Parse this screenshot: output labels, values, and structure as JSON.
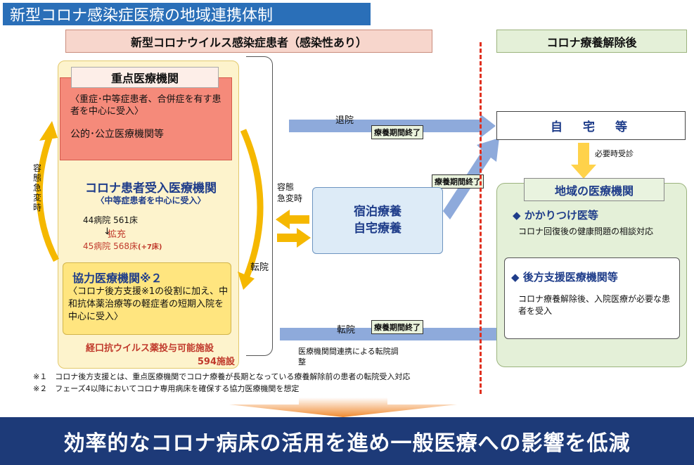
{
  "title": "新型コロナ感染症医療の地域連携体制",
  "header_left": "新型コロナウイルス感染症患者（感染性あり）",
  "header_right": "コロナ療養解除後",
  "juten": {
    "label": "重点医療機関",
    "desc": "〈重症･中等症患者、合併症を有す患者を中心に受入〉",
    "note": "公的･公立医療機関等"
  },
  "ukeire": {
    "title": "コロナ患者受入医療機関",
    "sub": "〈中等症患者を中心に受入〉",
    "before": "44病院  561床",
    "arrow": "↓",
    "expand": "拡充",
    "after": "45病院  568床",
    "after_delta": "(+7床)"
  },
  "kyoryoku": {
    "title": "協力医療機関※２",
    "desc": "〈コロナ後方支援※1の役割に加え、中和抗体薬治療等の軽症者の短期入院を中心に受入〉"
  },
  "oral": {
    "label": "経口抗ウイルス薬投与可能施設",
    "count": "594施設"
  },
  "labels": {
    "left_vertical": "容態急変時",
    "yotai": "容態\n急変時",
    "tenin": "転院",
    "taiin": "退院",
    "tag": "療養期間終了",
    "renkei": "医療機関間連携による転院調整",
    "hitsuyo": "必要時受診"
  },
  "shukuhaku": {
    "line1": "宿泊療養",
    "line2": "自宅療養"
  },
  "jitaku": "自　宅　等",
  "chiiki": "地域の医療機関",
  "kakari": {
    "title": "◆ かかりつけ医等",
    "desc": "コロナ回復後の健康問題の相談対応"
  },
  "koho": {
    "title": "◆ 後方支援医療機関等",
    "desc": "コロナ療養解除後、入院医療が必要な患者を受入"
  },
  "notes": [
    "※１　コロナ後方支援とは、重点医療機関でコロナ療養が長期となっている療養解除前の患者の転院受入対応",
    "※２　フェーズ4以降においてコロナ専用病床を確保する協力医療機関を想定"
  ],
  "bottom": "効率的なコロナ病床の活用を進め一般医療への影響を低減",
  "colors": {
    "title_bg": "#2a6fb8",
    "bottom_bg": "#1d3a78",
    "red_box": "#f58a7a",
    "yellow_bg": "#fdf3cc",
    "green_bg": "#e4f0d8",
    "arrow_blue": "#8eaadb",
    "arrow_orange": "#f5b800",
    "dashed_red": "#e0301f"
  }
}
